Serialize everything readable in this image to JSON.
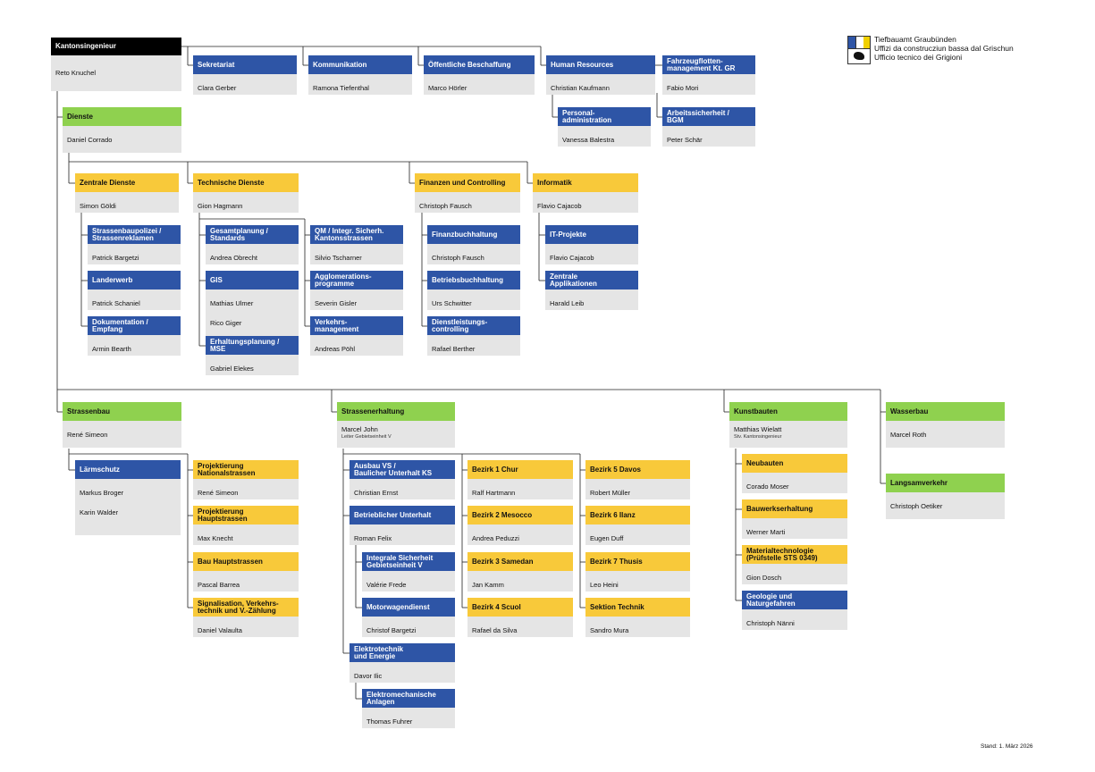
{
  "agency": {
    "lines": [
      "Tiefbauamt Graubünden",
      "Uffizi da construcziun bassa dal Grischun",
      "Ufficio tecnico dei Grigioni"
    ]
  },
  "footer": {
    "stand": "Stand: 1. März 2026"
  },
  "colors": {
    "blue": "#2e55a6",
    "green": "#8fd14f",
    "yellow": "#f8c93a",
    "black": "#000000",
    "grey": "#e5e5e5"
  },
  "boxes": [
    {
      "id": "kantonsingenieur",
      "title": "Kantonsingenieur",
      "names": [
        "Reto Knuchel"
      ]
    },
    {
      "id": "sekretariat",
      "title": "Sekretariat",
      "names": [
        "Clara Gerber"
      ]
    },
    {
      "id": "kommunikation",
      "title": "Kommunikation",
      "names": [
        "Ramona Tiefenthal"
      ]
    },
    {
      "id": "beschaffung",
      "title": "Öffentliche Beschaffung",
      "names": [
        "Marco Hörler"
      ]
    },
    {
      "id": "hr",
      "title": "Human Resources",
      "names": [
        "Christian Kaufmann"
      ]
    },
    {
      "id": "fahrzeug",
      "title": "Fahrzeugflotten-\nmanagement Kt. GR",
      "names": [
        "Fabio Mori"
      ]
    },
    {
      "id": "personal",
      "title": "Personal-\nadministration",
      "names": [
        "Vanessa Balestra"
      ]
    },
    {
      "id": "arbeitssicherheit",
      "title": "Arbeitssicherheit /\nBGM",
      "names": [
        "Peter Schär"
      ]
    },
    {
      "id": "dienste",
      "title": "Dienste",
      "names": [
        "Daniel Corrado"
      ]
    },
    {
      "id": "zentrale-dienste",
      "title": "Zentrale Dienste",
      "names": [
        "Simon Göldi"
      ]
    },
    {
      "id": "technische-dienste",
      "title": "Technische Dienste",
      "names": [
        "Gion Hagmann"
      ]
    },
    {
      "id": "finanzen",
      "title": "Finanzen und Controlling",
      "names": [
        "Christoph Fausch"
      ]
    },
    {
      "id": "informatik",
      "title": "Informatik",
      "names": [
        "Flavio Cajacob"
      ]
    },
    {
      "id": "strassenbaupolizei",
      "title": "Strassenbaupolizei /\nStrassenreklamen",
      "names": [
        "Patrick Bargetzi"
      ]
    },
    {
      "id": "landerwerb",
      "title": "Landerwerb",
      "names": [
        "Patrick Schaniel"
      ]
    },
    {
      "id": "dokumentation",
      "title": "Dokumentation /\nEmpfang",
      "names": [
        "Armin Bearth"
      ]
    },
    {
      "id": "gesamtplanung",
      "title": "Gesamtplanung /\nStandards",
      "names": [
        "Andrea Obrecht"
      ]
    },
    {
      "id": "gis",
      "title": "GIS",
      "names": [
        "Mathias Ulmer",
        "Rico Giger"
      ]
    },
    {
      "id": "erhaltungsplanung",
      "title": "Erhaltungsplanung /\nMSE",
      "names": [
        "Gabriel Elekes"
      ]
    },
    {
      "id": "qm",
      "title": "QM / Integr. Sicherh.\nKantonsstrassen",
      "names": [
        "Silvio Tscharner"
      ]
    },
    {
      "id": "agglomeration",
      "title": "Agglomerations-\nprogramme",
      "names": [
        "Severin Gisler"
      ]
    },
    {
      "id": "verkehrsmanagement",
      "title": "Verkehrs-\nmanagement",
      "names": [
        "Andreas Pöhl"
      ]
    },
    {
      "id": "finanzbuchhaltung",
      "title": "Finanzbuchhaltung",
      "names": [
        "Christoph Fausch"
      ]
    },
    {
      "id": "betriebsbuchhaltung",
      "title": "Betriebsbuchhaltung",
      "names": [
        "Urs Schwitter"
      ]
    },
    {
      "id": "dienstleistungscontrolling",
      "title": "Dienstleistungs-\ncontrolling",
      "names": [
        "Rafael Berther"
      ]
    },
    {
      "id": "it-projekte",
      "title": "IT-Projekte",
      "names": [
        "Flavio Cajacob"
      ]
    },
    {
      "id": "zentrale-applikationen",
      "title": "Zentrale\nApplikationen",
      "names": [
        "Harald Leib"
      ]
    },
    {
      "id": "strassenbau",
      "title": "Strassenbau",
      "names": [
        "René Simeon"
      ]
    },
    {
      "id": "laermschutz",
      "title": "Lärmschutz",
      "names": [
        "Markus Broger",
        "Karin Walder"
      ]
    },
    {
      "id": "projektierung-national",
      "title": "Projektierung\nNationalstrassen",
      "names": [
        "René Simeon"
      ]
    },
    {
      "id": "projektierung-haupt",
      "title": "Projektierung\nHauptstrassen",
      "names": [
        "Max Knecht"
      ]
    },
    {
      "id": "bau-haupt",
      "title": "Bau Hauptstrassen",
      "names": [
        "Pascal Barrea"
      ]
    },
    {
      "id": "signalisation",
      "title": "Signalisation, Verkehrs-\ntechnik und V.-Zählung",
      "names": [
        "Daniel Valaulta"
      ]
    },
    {
      "id": "strassenerhaltung",
      "title": "Strassenerhaltung",
      "names": [
        "Marcel John"
      ],
      "subtitle": "Leiter Gebietseinheit V"
    },
    {
      "id": "ausbau",
      "title": "Ausbau VS /\nBaulicher Unterhalt KS",
      "names": [
        "Christian Ernst"
      ]
    },
    {
      "id": "betrieblicher",
      "title": "Betrieblicher Unterhalt",
      "names": [
        "Roman Felix"
      ]
    },
    {
      "id": "integrale",
      "title": "Integrale Sicherheit\nGebietseinheit V",
      "names": [
        "Valérie Frede"
      ]
    },
    {
      "id": "motorwagendienst",
      "title": "Motorwagendienst",
      "names": [
        "Christof Bargetzi"
      ]
    },
    {
      "id": "elektrotechnik",
      "title": "Elektrotechnik\nund Energie",
      "names": [
        "Davor Ilic"
      ]
    },
    {
      "id": "elektromechanische",
      "title": "Elektromechanische\nAnlagen",
      "names": [
        "Thomas Fuhrer"
      ]
    },
    {
      "id": "bezirk1",
      "title": "Bezirk 1 Chur",
      "names": [
        "Ralf Hartmann"
      ]
    },
    {
      "id": "bezirk2",
      "title": "Bezirk 2 Mesocco",
      "names": [
        "Andrea Peduzzi"
      ]
    },
    {
      "id": "bezirk3",
      "title": "Bezirk 3 Samedan",
      "names": [
        "Jan Kamm"
      ]
    },
    {
      "id": "bezirk4",
      "title": "Bezirk 4 Scuol",
      "names": [
        "Rafael da Silva"
      ]
    },
    {
      "id": "bezirk5",
      "title": "Bezirk 5 Davos",
      "names": [
        "Robert Müller"
      ]
    },
    {
      "id": "bezirk6",
      "title": "Bezirk 6 Ilanz",
      "names": [
        "Eugen Duff"
      ]
    },
    {
      "id": "bezirk7",
      "title": "Bezirk 7 Thusis",
      "names": [
        "Leo Heini"
      ]
    },
    {
      "id": "sektion-technik",
      "title": "Sektion Technik",
      "names": [
        "Sandro Mura"
      ]
    },
    {
      "id": "kunstbauten",
      "title": "Kunstbauten",
      "names": [
        "Matthias Wielatt"
      ],
      "subtitle": "Stv. Kantonsingenieur"
    },
    {
      "id": "neubauten",
      "title": "Neubauten",
      "names": [
        "Corado Moser"
      ]
    },
    {
      "id": "bauwerkserhaltung",
      "title": "Bauwerkserhaltung",
      "names": [
        "Werner Marti"
      ]
    },
    {
      "id": "materialtechnologie",
      "title": "Materialtechnologie\n(Prüfstelle STS 0349)",
      "names": [
        "Gion Dosch"
      ]
    },
    {
      "id": "geologie",
      "title": "Geologie und\nNaturgefahren",
      "names": [
        "Christoph Nänni"
      ]
    },
    {
      "id": "wasserbau",
      "title": "Wasserbau",
      "names": [
        "Marcel Roth"
      ]
    },
    {
      "id": "langsamverkehr",
      "title": "Langsamverkehr",
      "names": [
        "Christoph Oetiker"
      ]
    }
  ]
}
